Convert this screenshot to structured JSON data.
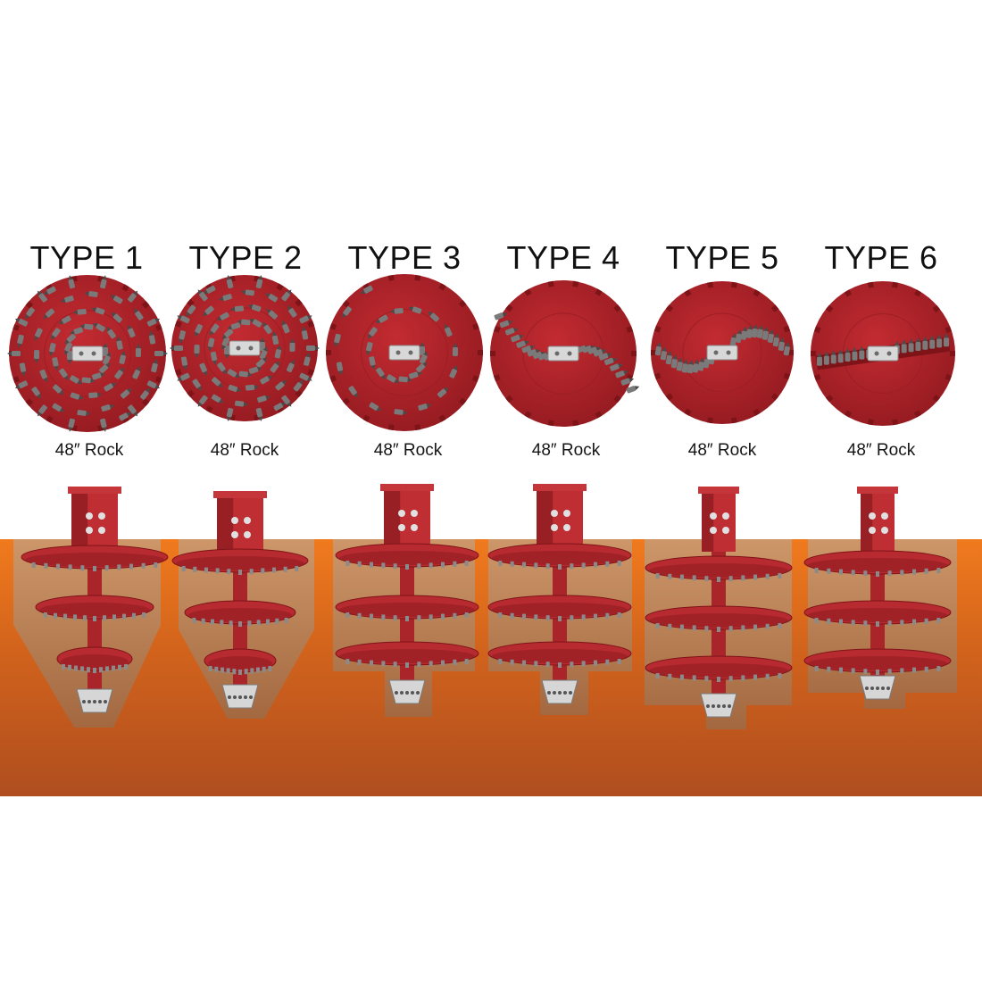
{
  "colors": {
    "auger_red": "#b3242a",
    "auger_dark": "#7e1418",
    "tooth_gray": "#6b6b6b",
    "soil_top": "#f07a1d",
    "soil_bottom": "#b14f1e",
    "background": "#ffffff"
  },
  "augers": [
    {
      "title": "TYPE 1",
      "label": "48″ Rock",
      "tooth_pattern": "double-spiral",
      "hole_shape": "cone"
    },
    {
      "title": "TYPE 2",
      "label": "48″ Rock",
      "tooth_pattern": "double-spiral",
      "hole_shape": "cone"
    },
    {
      "title": "TYPE 3",
      "label": "48″ Rock",
      "tooth_pattern": "single-spiral",
      "hole_shape": "flat"
    },
    {
      "title": "TYPE 4",
      "label": "48″ Rock",
      "tooth_pattern": "s-curve",
      "hole_shape": "flat"
    },
    {
      "title": "TYPE 5",
      "label": "48″ Rock",
      "tooth_pattern": "s-curve",
      "hole_shape": "flat"
    },
    {
      "title": "TYPE 6",
      "label": "48″ Rock",
      "tooth_pattern": "straight-bar",
      "hole_shape": "flat"
    }
  ]
}
